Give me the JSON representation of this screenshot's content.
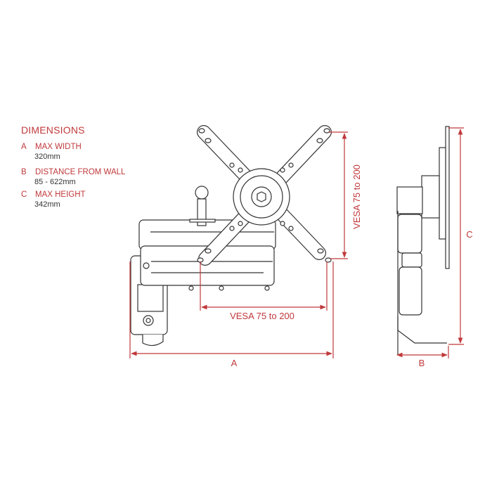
{
  "legend": {
    "title": "DIMENSIONS",
    "items": [
      {
        "letter": "A",
        "label": "MAX WIDTH",
        "value": "320mm"
      },
      {
        "letter": "B",
        "label": "DISTANCE FROM WALL",
        "value": "85 - 622mm"
      },
      {
        "letter": "C",
        "label": "MAX HEIGHT",
        "value": "342mm"
      }
    ]
  },
  "dimensions": {
    "a": "A",
    "b": "B",
    "c": "C",
    "vesa_horizontal": "VESA 75 to 200",
    "vesa_vertical": "VESA 75 to 200"
  },
  "colors": {
    "accent": "#c0393b",
    "line": "#333333"
  }
}
